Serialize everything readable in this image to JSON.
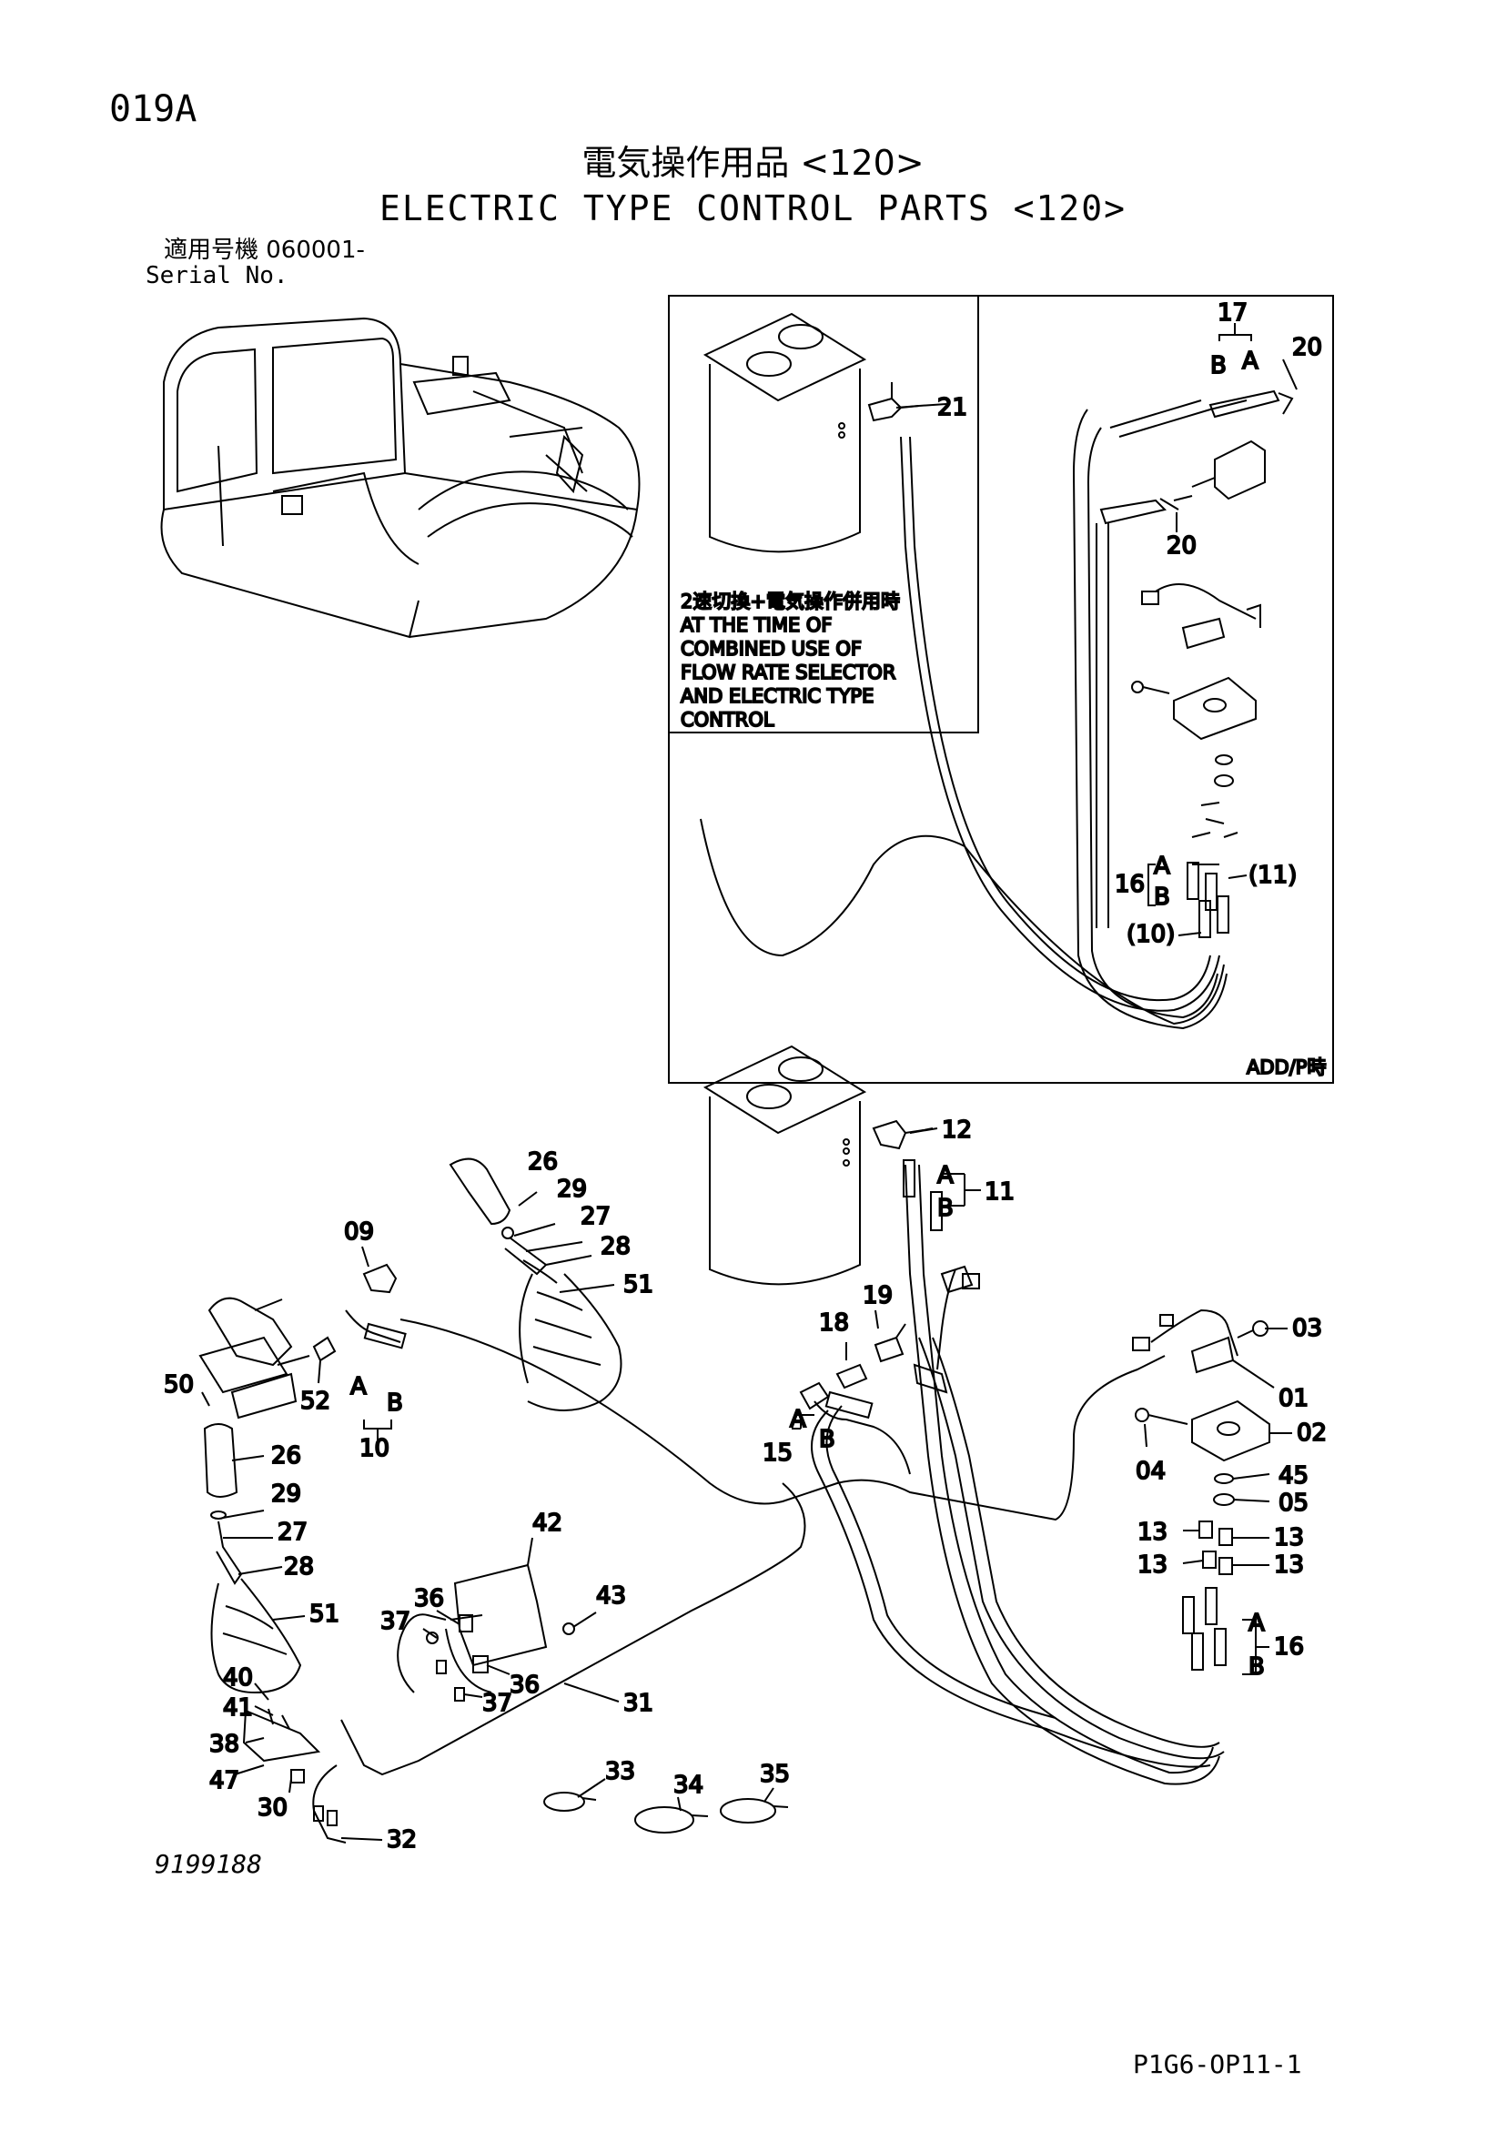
{
  "header": {
    "page_id": "019A",
    "title_jp": "電気操作用品 <120>",
    "title_en": "ELECTRIC TYPE CONTROL PARTS <120>",
    "serial_jp": "適用号機  060001-",
    "serial_en": "Serial No."
  },
  "inset": {
    "note_lines": [
      "2速切換+電気操作併用時",
      "AT THE TIME OF",
      "COMBINED USE OF",
      "FLOW RATE SELECTOR",
      "AND ELECTRIC TYPE",
      "CONTROL"
    ],
    "corner_label": "ADD/P時",
    "callouts": {
      "c17": "17",
      "cB": "B",
      "cA": "A",
      "c20a": "20",
      "c21": "21",
      "c20b": "20",
      "c16": "16",
      "c16A": "A",
      "c16B": "B",
      "c11": "(11)",
      "c10": "(10)"
    }
  },
  "main": {
    "callouts": {
      "c12": "12",
      "c11A": "A",
      "c11B": "B",
      "c11": "11",
      "c26a": "26",
      "c29a": "29",
      "c27a": "27",
      "c28a": "28",
      "c51a": "51",
      "c09": "09",
      "c19": "19",
      "c18": "18",
      "c03": "03",
      "c01": "01",
      "c02": "02",
      "c04": "04",
      "c45": "45",
      "c05": "05",
      "c13a": "13",
      "c13b": "13",
      "c13c": "13",
      "c13d": "13",
      "c16A": "A",
      "c16B": "B",
      "c16": "16",
      "c15A": "A",
      "c15B": "B",
      "c15": "15",
      "c50": "50",
      "c52": "52",
      "c10A": "A",
      "c10B": "B",
      "c10": "10",
      "c26b": "26",
      "c29b": "29",
      "c27b": "27",
      "c28b": "28",
      "c51b": "51",
      "c42": "42",
      "c43": "43",
      "c36a": "36",
      "c37a": "37",
      "c36b": "36",
      "c37b": "37",
      "c31": "31",
      "c40": "40",
      "c41": "41",
      "c38": "38",
      "c47": "47",
      "c30": "30",
      "c33": "33",
      "c34": "34",
      "c35": "35",
      "c32": "32"
    }
  },
  "footer": {
    "drawing_no": "9199188",
    "sheet_code": "P1G6-OP11-1"
  }
}
